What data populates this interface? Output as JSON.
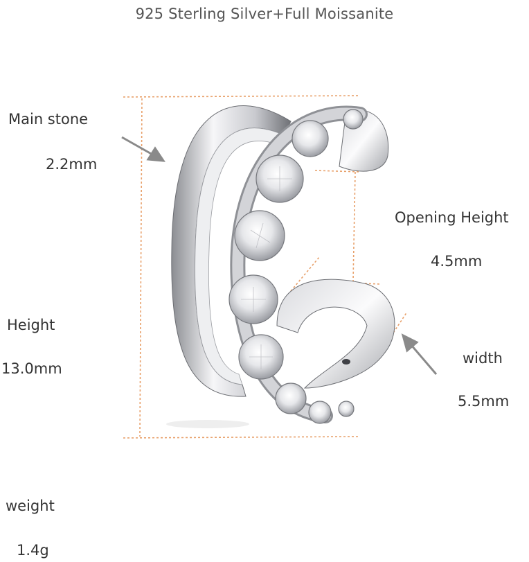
{
  "title": "925 Sterling Silver+Full Moissanite",
  "labels": {
    "main_stone": "Main stone",
    "main_stone_value": "2.2mm",
    "height": "Height",
    "height_value": "13.0mm",
    "opening_height": "Opening Height",
    "opening_height_value": "4.5mm",
    "width": "width",
    "width_value": "5.5mm",
    "weight": "weight",
    "weight_value": "1.4g"
  },
  "colors": {
    "dimension_line": "#e8a06a",
    "arrow": "#8a8a8a",
    "silver_light": "#f4f4f6",
    "silver_dark": "#7d7f85"
  }
}
